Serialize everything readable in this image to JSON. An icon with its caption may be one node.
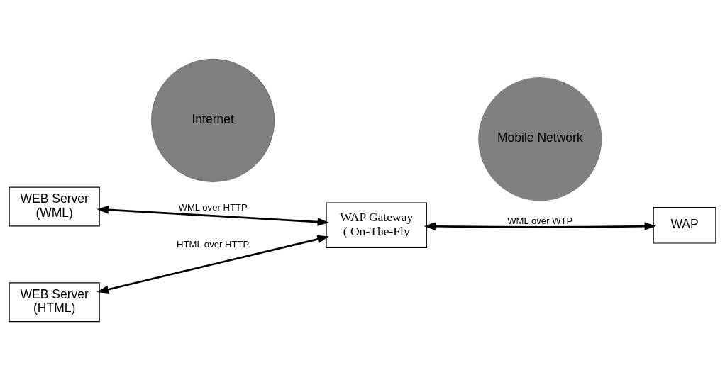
{
  "diagram": {
    "nodes": [
      {
        "text": [
          "WEB Server",
          "(WML)"
        ]
      },
      {
        "text": [
          "Internet"
        ]
      },
      {
        "text": [
          "WAP Gateway",
          "( On-The-Fly"
        ]
      },
      {
        "text": [
          "Mobile Network"
        ]
      },
      {
        "text": [
          "WAP"
        ]
      },
      {
        "text": [
          "WEB Server",
          "(HTML)"
        ]
      }
    ],
    "edges": [
      {
        "from": 0,
        "to": 2,
        "arrow": "both",
        "label": "WML over HTTP"
      },
      {
        "from": 5,
        "to": 2,
        "arrow": "both",
        "label": "HTML over HTTP"
      },
      {
        "from": 2,
        "to": 4,
        "arrow": "both",
        "label": "WML over WTP"
      }
    ]
  }
}
